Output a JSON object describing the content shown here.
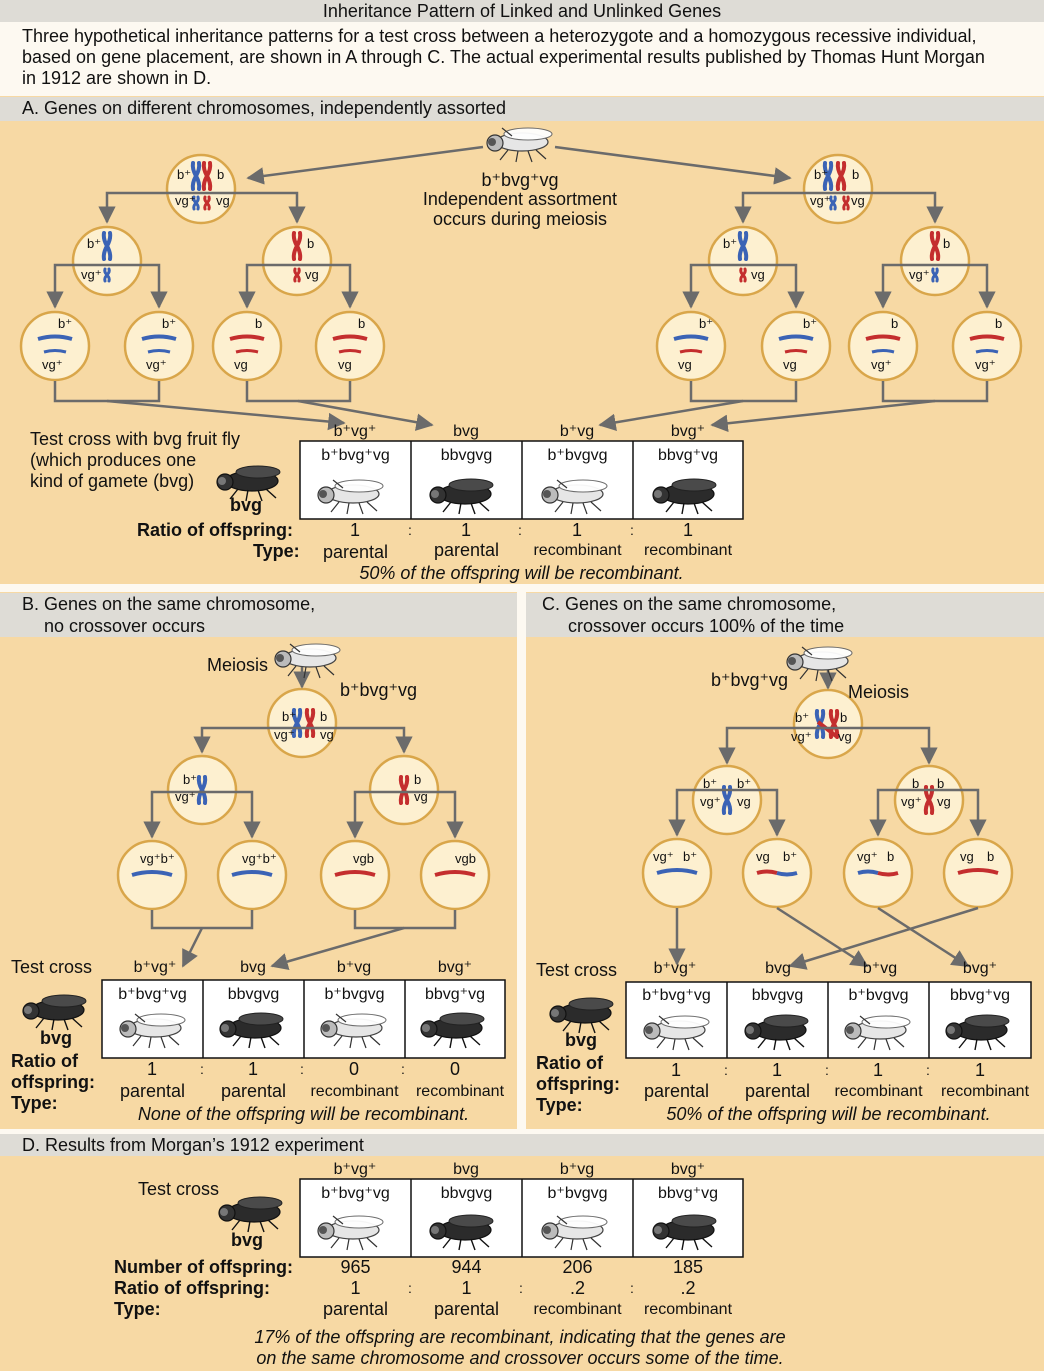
{
  "title": "Inheritance Pattern of Linked and Unlinked Genes",
  "intro": [
    "Three hypothetical inheritance patterns for a test cross between a heterozygote and a homozygous recessive individual,",
    "based on gene placement, are shown in A through C. The actual experimental results published by Thomas Hunt Morgan",
    "in 1912 are shown in D."
  ],
  "colors": {
    "panel": "#f7d9a4",
    "header": "#dedcd6",
    "circle_fill": "#fdf0d0",
    "circle_stroke": "#d9a64a",
    "blue": "#3b63b5",
    "red": "#c42e2e",
    "arrow": "#6b6b6b"
  },
  "panelA": {
    "heading": "A. Genes on different chromosomes, independently assorted",
    "parent_label": "b⁺bvg⁺vg",
    "note": [
      "Independent assortment",
      "occurs during meiosis"
    ],
    "test_cross": [
      "Test cross with bvg fruit fly",
      "(which produces one",
      "kind of gamete (bvg)"
    ],
    "fly_label": "bvg",
    "gametes": [
      "b⁺vg⁺",
      "bvg",
      "b⁺vg",
      "bvg⁺"
    ],
    "genotypes": [
      "b⁺bvg⁺vg",
      "bbvgvg",
      "b⁺bvgvg",
      "bbvg⁺vg"
    ],
    "ratio_label": "Ratio of offspring:",
    "type_label": "Type:",
    "ratios": [
      "1",
      "1",
      "1",
      "1"
    ],
    "types": [
      "parental",
      "parental",
      "recombinant",
      "recombinant"
    ],
    "conclusion": "50% of the offspring will be recombinant."
  },
  "panelB": {
    "heading": [
      "B. Genes on the same chromosome,",
      "no crossover occurs"
    ],
    "meiosis": "Meiosis",
    "parent_label": "b⁺bvg⁺vg",
    "gamete_circle_labels": [
      "vg⁺b⁺",
      "vg⁺b⁺",
      "vgb",
      "vgb"
    ],
    "test_cross": "Test cross",
    "fly_label": "bvg",
    "gametes": [
      "b⁺vg⁺",
      "bvg",
      "b⁺vg",
      "bvg⁺"
    ],
    "genotypes": [
      "b⁺bvg⁺vg",
      "bbvgvg",
      "b⁺bvgvg",
      "bbvg⁺vg"
    ],
    "ratio_label": [
      "Ratio of",
      "offspring:",
      "Type:"
    ],
    "ratios": [
      "1",
      "1",
      "0",
      "0"
    ],
    "types": [
      "parental",
      "parental",
      "recombinant",
      "recombinant"
    ],
    "conclusion": "None of the offspring will be recombinant."
  },
  "panelC": {
    "heading": [
      "C. Genes on the same chromosome,",
      "crossover occurs 100% of the time"
    ],
    "meiosis": "Meiosis",
    "parent_label": "b⁺bvg⁺vg",
    "test_cross": "Test cross",
    "fly_label": "bvg",
    "gametes": [
      "b⁺vg⁺",
      "bvg",
      "b⁺vg",
      "bvg⁺"
    ],
    "genotypes": [
      "b⁺bvg⁺vg",
      "bbvgvg",
      "b⁺bvgvg",
      "bbvg⁺vg"
    ],
    "ratio_label": [
      "Ratio of",
      "offspring:",
      "Type:"
    ],
    "ratios": [
      "1",
      "1",
      "1",
      "1"
    ],
    "types": [
      "parental",
      "parental",
      "recombinant",
      "recombinant"
    ],
    "conclusion": "50% of the offspring will be recombinant."
  },
  "panelD": {
    "heading": "D. Results from Morgan’s 1912 experiment",
    "test_cross": "Test cross",
    "fly_label": "bvg",
    "gametes": [
      "b⁺vg⁺",
      "bvg",
      "b⁺vg",
      "bvg⁺"
    ],
    "genotypes": [
      "b⁺bvg⁺vg",
      "bbvgvg",
      "b⁺bvgvg",
      "bbvg⁺vg"
    ],
    "number_label": "Number of offspring:",
    "numbers": [
      "965",
      "944",
      "206",
      "185"
    ],
    "ratio_label": "Ratio of offspring:",
    "ratios": [
      "1",
      "1",
      ".2",
      ".2"
    ],
    "type_label": "Type:",
    "types": [
      "parental",
      "parental",
      "recombinant",
      "recombinant"
    ],
    "conclusion": [
      "17% of the offspring are recombinant, indicating that the genes are",
      "on the same chromosome and crossover occurs some of the time."
    ]
  },
  "separator": ":"
}
